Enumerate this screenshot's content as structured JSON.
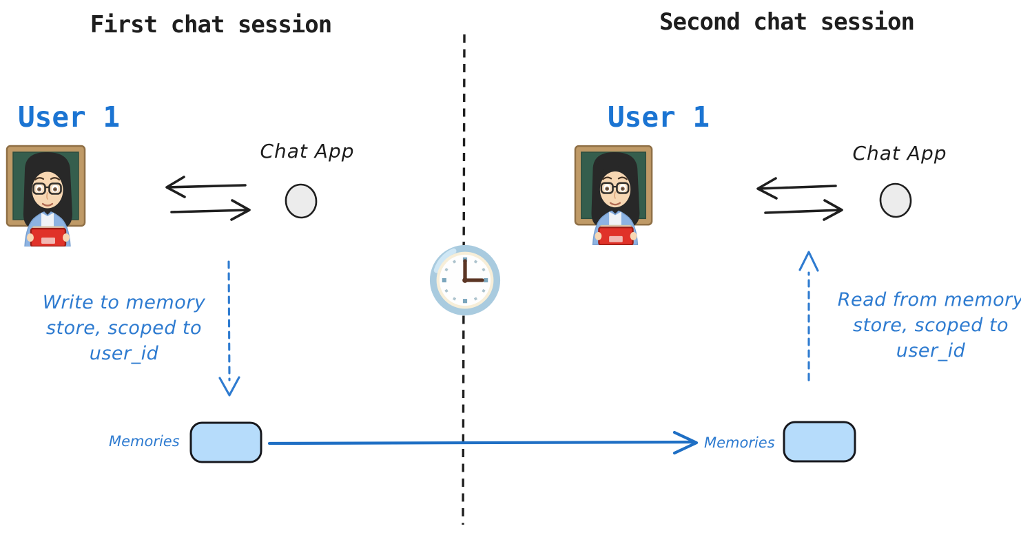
{
  "diagram": {
    "left_session": {
      "title": "First chat session",
      "user_label": "User 1",
      "chat_app_label": "Chat App",
      "note_lines": [
        "Write to memory",
        "store, scoped to",
        "user_id"
      ],
      "memories_label": "Memories"
    },
    "right_session": {
      "title": "Second chat session",
      "user_label": "User 1",
      "chat_app_label": "Chat App",
      "note_lines": [
        "Read from memory",
        "store, scoped to",
        "user_id"
      ],
      "memories_label": "Memories"
    },
    "icons": {
      "user": "woman-teacher-emoji",
      "chat_app": "circle-node",
      "time_divider": "clock-three-oclock-emoji",
      "session_divider": "vertical-dashed-line"
    },
    "colors": {
      "accent_blue": "#2e7bd0",
      "solid_arrow_blue": "#1f6fc4",
      "user_label_blue": "#1b74d2",
      "memories_box_fill": "#b6dcfb",
      "ink_black": "#1e1e1e",
      "clock_ring_blue": "#a9cbdf"
    }
  }
}
